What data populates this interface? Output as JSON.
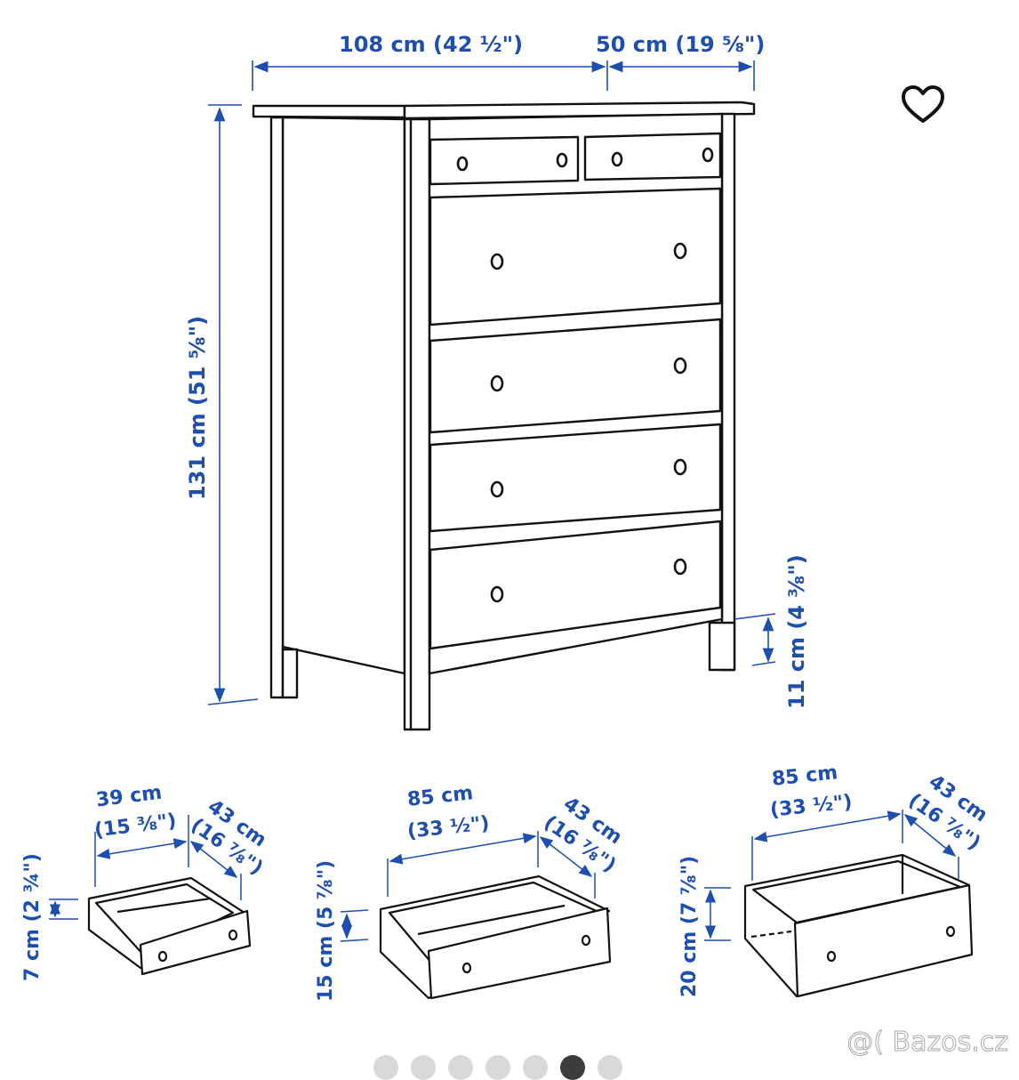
{
  "product": {
    "overall_dimensions": {
      "width": "108 cm (42 ½\")",
      "depth": "50 cm (19 ⅝\")",
      "height": "131 cm (51 ⅝\")",
      "leg_clearance": "11 cm (4 ⅜\")"
    },
    "drawers": [
      {
        "name": "small-drawer",
        "width_cm": "39 cm",
        "width_in": "(15 ⅜\")",
        "depth_cm": "43 cm",
        "depth_in": "(16 ⅞\")",
        "height": "7 cm (2 ¾\")"
      },
      {
        "name": "medium-drawer",
        "width_cm": "85 cm",
        "width_in": "(33 ½\")",
        "depth_cm": "43 cm",
        "depth_in": "(16 ⅞\")",
        "height": "15 cm (5 ⅞\")"
      },
      {
        "name": "large-drawer",
        "width_cm": "85 cm",
        "width_in": "(33 ½\")",
        "depth_cm": "43 cm",
        "depth_in": "(16 ⅞\")",
        "height": "20 cm (7 ⅞\")"
      }
    ]
  },
  "ui": {
    "favorite_icon": "heart-outline-icon",
    "carousel": {
      "total": 7,
      "active_index": 5
    },
    "watermark": "@( Bazos.cz"
  },
  "colors": {
    "dimension_blue": "#1e4fae",
    "line_black": "#111111",
    "dot_inactive": "#d9d9d9",
    "dot_active": "#3c3c3c"
  }
}
